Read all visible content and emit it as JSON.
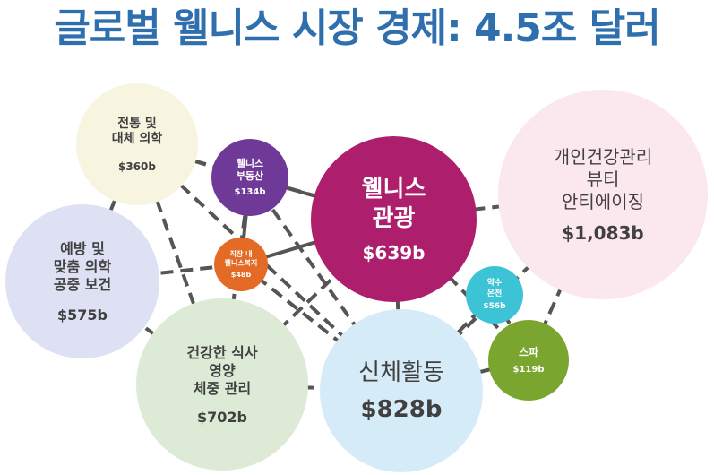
{
  "title": "글로벌 웰니스 시장 경제: 4.5조 달러",
  "colors": {
    "title": "#2f6fae",
    "link": "#555555"
  },
  "bubbles": {
    "traditional": {
      "label": "전통 및\n대체 의학",
      "value": "$360b",
      "color": "#f7f4e0"
    },
    "prevent": {
      "label": "예방 및\n맞춤 의학\n공중 보건",
      "value": "$575b",
      "color": "#dde1f3"
    },
    "diet": {
      "label": "건강한 식사\n영양\n체중 관리",
      "value": "$702b",
      "color": "#ddebd6"
    },
    "realestate": {
      "label": "웰니스\n부동산",
      "value": "$134b",
      "color": "#6f3a97"
    },
    "workplace": {
      "label": "직장 내\n웰니스복지",
      "value": "$48b",
      "color": "#e36b25"
    },
    "tourism": {
      "label": "웰니스\n관광",
      "value": "$639b",
      "color": "#ad1f6c"
    },
    "beauty": {
      "label": "개인건강관리\n뷰티\n안티에이징",
      "value": "$1,083b",
      "color": "#fbe7ee"
    },
    "springs": {
      "label": "약수\n온천",
      "value": "$56b",
      "color": "#3cc4d6"
    },
    "spa": {
      "label": "스파",
      "value": "$119b",
      "color": "#7aa52e"
    },
    "physical": {
      "label": "신체활동",
      "value": "$828b",
      "color": "#d6ebf8"
    }
  }
}
